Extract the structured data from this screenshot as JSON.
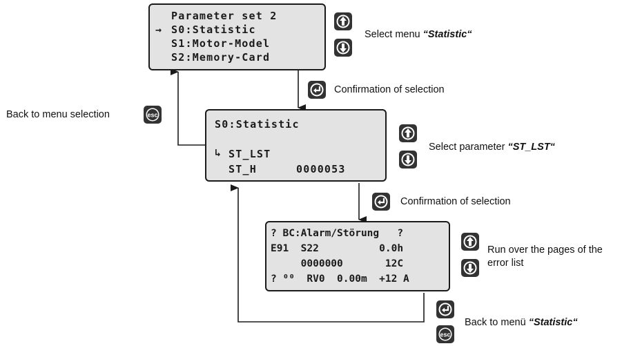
{
  "lcd1": {
    "line1": "Parameter set 2",
    "line2_pointer": "→",
    "line2": "S0:Statistic",
    "line3": "S1:Motor-Model",
    "line4": "S2:Memory-Card"
  },
  "lcd2": {
    "line1": "S0:Statistic",
    "pointer": "↳",
    "line2": "ST_LST",
    "line3_name": "ST_H",
    "line3_value": "0000053"
  },
  "lcd3": {
    "line1": "? BC:Alarm/Störung   ?",
    "line2": "E91  S22          0.0h",
    "line3": "     0000000       12C",
    "line4": "? ⁰⁰  RV0  0.00m  +12 A"
  },
  "labels": {
    "select_menu_prefix": "Select menu ",
    "select_menu_em": "“Statistic“",
    "confirm1": "Confirmation of selection",
    "back_to_menu": "Back to menu selection",
    "select_param_prefix": "Select parameter ",
    "select_param_em": "“ST_LST“",
    "confirm2": "Confirmation of selection",
    "run_over_line1": "Run over the pages of the",
    "run_over_line2": "error list",
    "back_statistic_prefix": "Back to menü ",
    "back_statistic_em": "“Statistic“"
  },
  "buttons": {
    "esc_label": "esc"
  },
  "icons": [
    "up-arrow-icon",
    "down-arrow-icon",
    "enter-icon",
    "esc-icon"
  ],
  "colors": {
    "lcd_background": "#e3e3e3",
    "button_fill": "#333333",
    "line": "#1a1a1a"
  }
}
